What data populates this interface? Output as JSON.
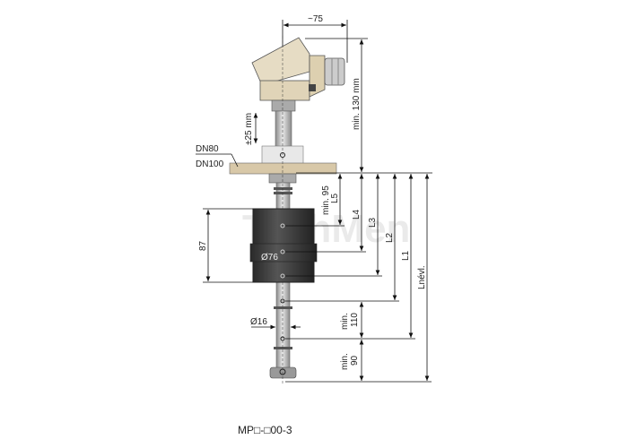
{
  "drawing": {
    "width_label": "~75",
    "head_height_label": "min. 130 mm",
    "adjust_label": "±25 mm",
    "flange_labels": [
      "DN80",
      "DN100"
    ],
    "float_height_label": "87",
    "float_diameter_label": "Ø76",
    "stem_diameter_label": "Ø16",
    "level_labels": [
      "L5",
      "L4",
      "L3",
      "L2",
      "L1",
      "Lnévl."
    ],
    "min95_label": "min. 95",
    "min110_label": [
      "min.",
      "110"
    ],
    "min90_label": [
      "min.",
      "90"
    ],
    "watermark": "TechMen",
    "caption": "MP□-□00-3"
  },
  "colors": {
    "housing": "#e6dcc4",
    "flange": "#d8c8a8",
    "float": "#3a3a3a",
    "stem": "#b8b8b8"
  }
}
